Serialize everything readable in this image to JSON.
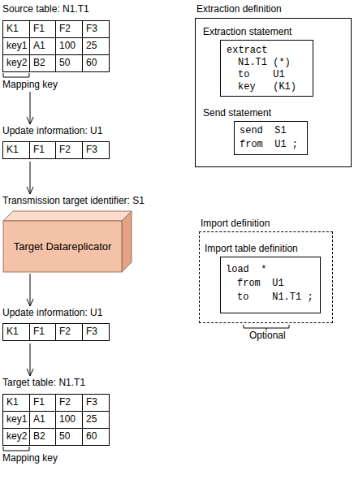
{
  "diagram": {
    "nodes": [
      {
        "text": [
          "Source table: N1.T1"
        ]
      },
      {
        "text": [
          "Update information: U1"
        ]
      },
      {
        "text": [
          "Transmission target identifier: S1",
          "Target Datareplicator"
        ]
      },
      {
        "text": [
          "Update information: U1"
        ]
      },
      {
        "text": [
          "Target table: N1.T1"
        ]
      },
      {
        "text": [
          "Extraction definition"
        ]
      },
      {
        "text": [
          "Extraction statement",
          "extract",
          "N1.T1 (*)",
          "to    U1",
          "key   (K1)"
        ],
        "in": 5
      },
      {
        "text": [
          "Send statement",
          "send  S1",
          "from  U1 ;"
        ],
        "in": 5
      },
      {
        "text": [
          "Import definition"
        ]
      },
      {
        "text": [
          "Import table definition",
          "load  *",
          "from  U1",
          "to    N1.T1 ;"
        ],
        "in": 8
      }
    ],
    "edges": [
      {
        "from": 0,
        "to": 1,
        "arrow": "to"
      },
      {
        "from": 1,
        "to": 2,
        "arrow": "to"
      },
      {
        "from": 2,
        "to": 3,
        "arrow": "to"
      },
      {
        "from": 3,
        "to": 4,
        "arrow": "to"
      }
    ],
    "labels": [
      "K1",
      "F1",
      "F2",
      "F3",
      "key1",
      "A1",
      "100",
      "25",
      "key2",
      "B2",
      "50",
      "60",
      "Mapping key",
      "K1",
      "F1",
      "F2",
      "F3",
      "K1",
      "F1",
      "F2",
      "F3",
      "K1",
      "F1",
      "F2",
      "F3",
      "key1",
      "A1",
      "100",
      "25",
      "key2",
      "B2",
      "50",
      "60",
      "Mapping key",
      "Optional"
    ]
  }
}
